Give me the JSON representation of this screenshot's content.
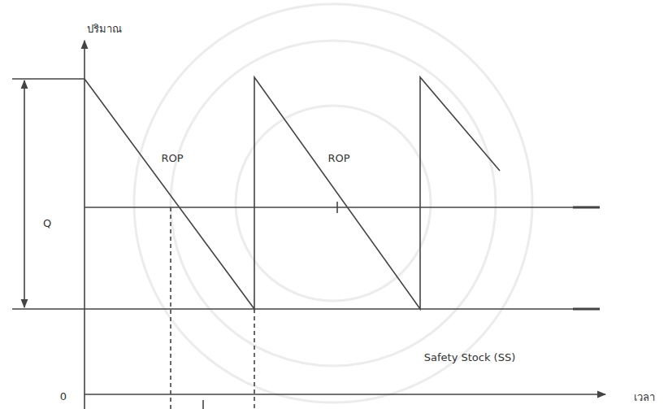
{
  "diagram": {
    "labels": [
      "ปริมาณ",
      "ROP",
      "ROP",
      "Q",
      "Safety Stock (SS)",
      "0",
      "เวลา"
    ]
  }
}
